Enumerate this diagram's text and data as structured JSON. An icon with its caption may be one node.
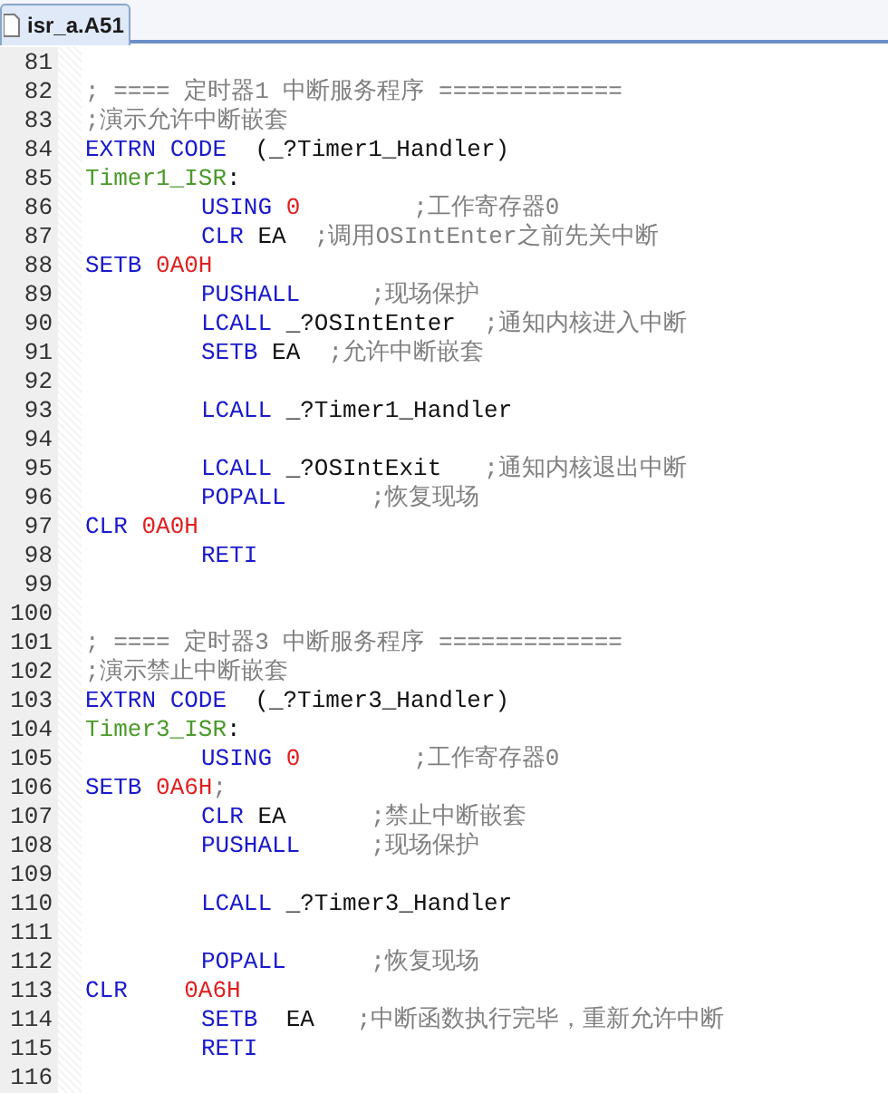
{
  "diagram": {
    "labels": [
      "isr_a.A51",
      "81",
      "82",
      "; ==== 定时器1 中断服务程序 =============",
      "83",
      ";演示允许中断嵌套",
      "84",
      "EXTRN CODE  (_?Timer1_Handler)",
      "85",
      "Timer1_ISR:",
      "86",
      "USING 0        ;工作寄存器0",
      "87",
      "CLR EA  ;调用OSIntEnter之前先关中断",
      "88",
      "SETB 0A0H",
      "89",
      "PUSHALL     ;现场保护",
      "90",
      "LCALL _?OSIntEnter  ;通知内核进入中断",
      "91",
      "SETB EA  ;允许中断嵌套",
      "92",
      "93",
      "LCALL _?Timer1_Handler",
      "94",
      "95",
      "LCALL _?OSIntExit   ;通知内核退出中断",
      "96",
      "POPALL      ;恢复现场",
      "97",
      "CLR 0A0H",
      "98",
      "RETI",
      "99",
      "100",
      "101",
      "; ==== 定时器3 中断服务程序 =============",
      "102",
      ";演示禁止中断嵌套",
      "103",
      "EXTRN CODE  (_?Timer3_Handler)",
      "104",
      "Timer3_ISR:",
      "105",
      "USING 0        ;工作寄存器0",
      "106",
      "SETB 0A6H;",
      "107",
      "CLR EA      ;禁止中断嵌套",
      "108",
      "PUSHALL     ;现场保护",
      "109",
      "110",
      "LCALL _?Timer3_Handler",
      "111",
      "112",
      "POPALL      ;恢复现场",
      "113",
      "CLR    0A6H",
      "114",
      "SETB  EA   ;中断函数执行完毕，重新允许中断",
      "115",
      "RETI",
      "116"
    ]
  }
}
